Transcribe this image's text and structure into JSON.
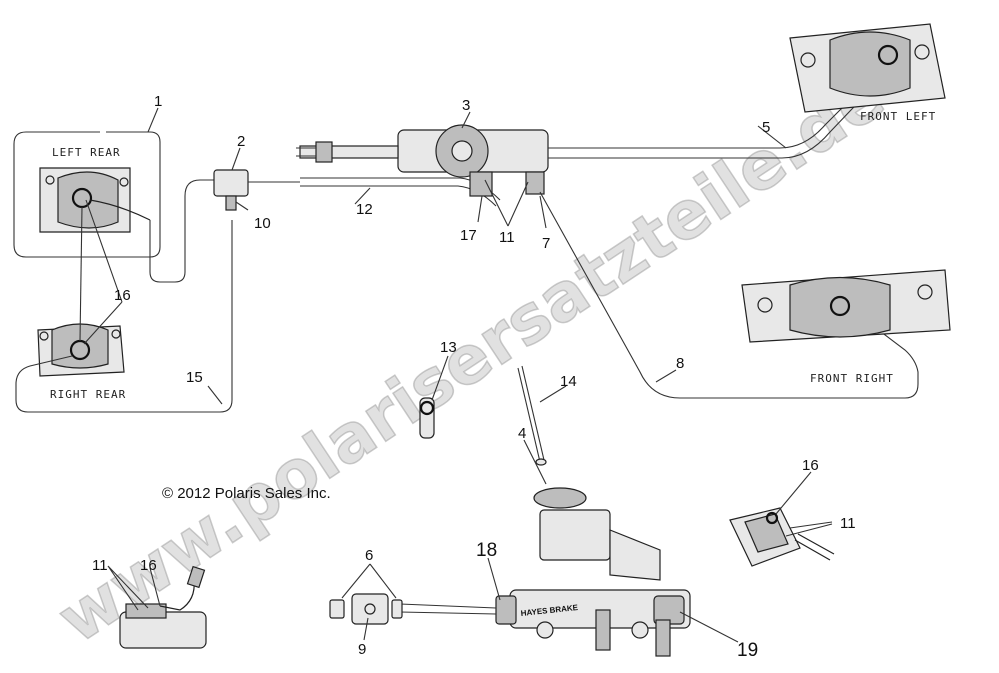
{
  "diagram": {
    "copyright": "© 2012 Polaris Sales Inc.",
    "watermark": "www.polarisersatzteile.de",
    "caliper_labels": {
      "left_rear": "LEFT REAR",
      "right_rear": "RIGHT REAR",
      "front_left": "FRONT LEFT",
      "front_right": "FRONT RIGHT"
    },
    "part_numbers": {
      "n1": "1",
      "n2": "2",
      "n3": "3",
      "n4": "4",
      "n5": "5",
      "n6": "6",
      "n7": "7",
      "n8": "8",
      "n9": "9",
      "n10": "10",
      "n11a": "11",
      "n11b": "11",
      "n11c": "11",
      "n12": "12",
      "n13": "13",
      "n14": "14",
      "n15": "15",
      "n16a": "16",
      "n16b": "16",
      "n16c": "16",
      "n17": "17",
      "n18": "18",
      "n19": "19"
    },
    "master_cylinder_brand": "HAYES BRAKE"
  }
}
